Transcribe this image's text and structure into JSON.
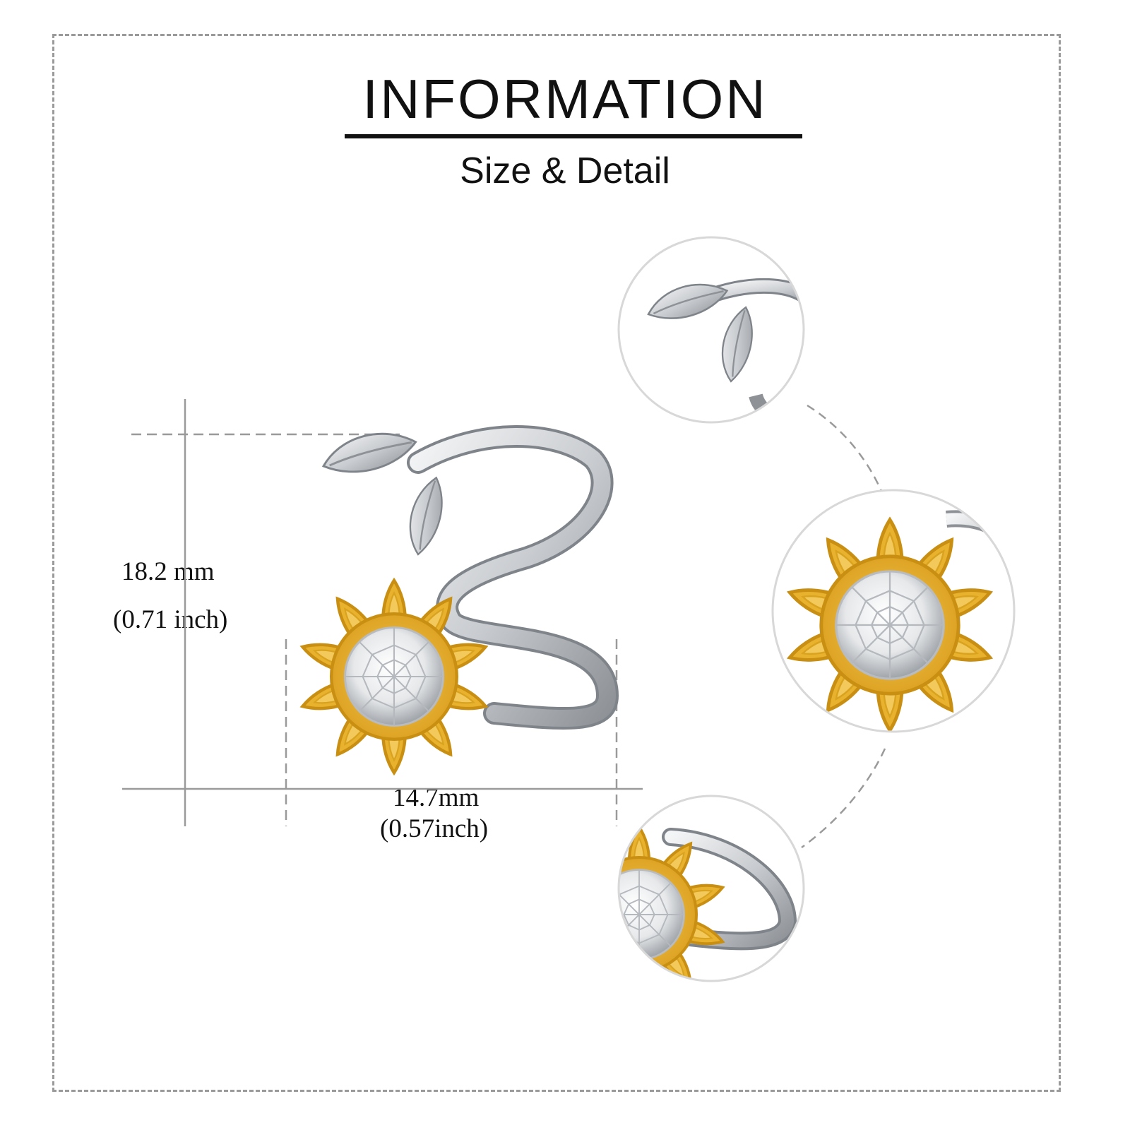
{
  "header": {
    "title": "INFORMATION",
    "subtitle": "Size & Detail"
  },
  "dimensions": {
    "height_mm": "18.2 mm",
    "height_inch": "(0.71 inch)",
    "width_mm": "14.7mm",
    "width_inch": "(0.57inch)"
  },
  "colors": {
    "gold": "#e9b22e",
    "gold_dark": "#c98f12",
    "silver": "#d9dbde",
    "silver_dark": "#8e9297",
    "guide_line": "#9a9a9a"
  }
}
